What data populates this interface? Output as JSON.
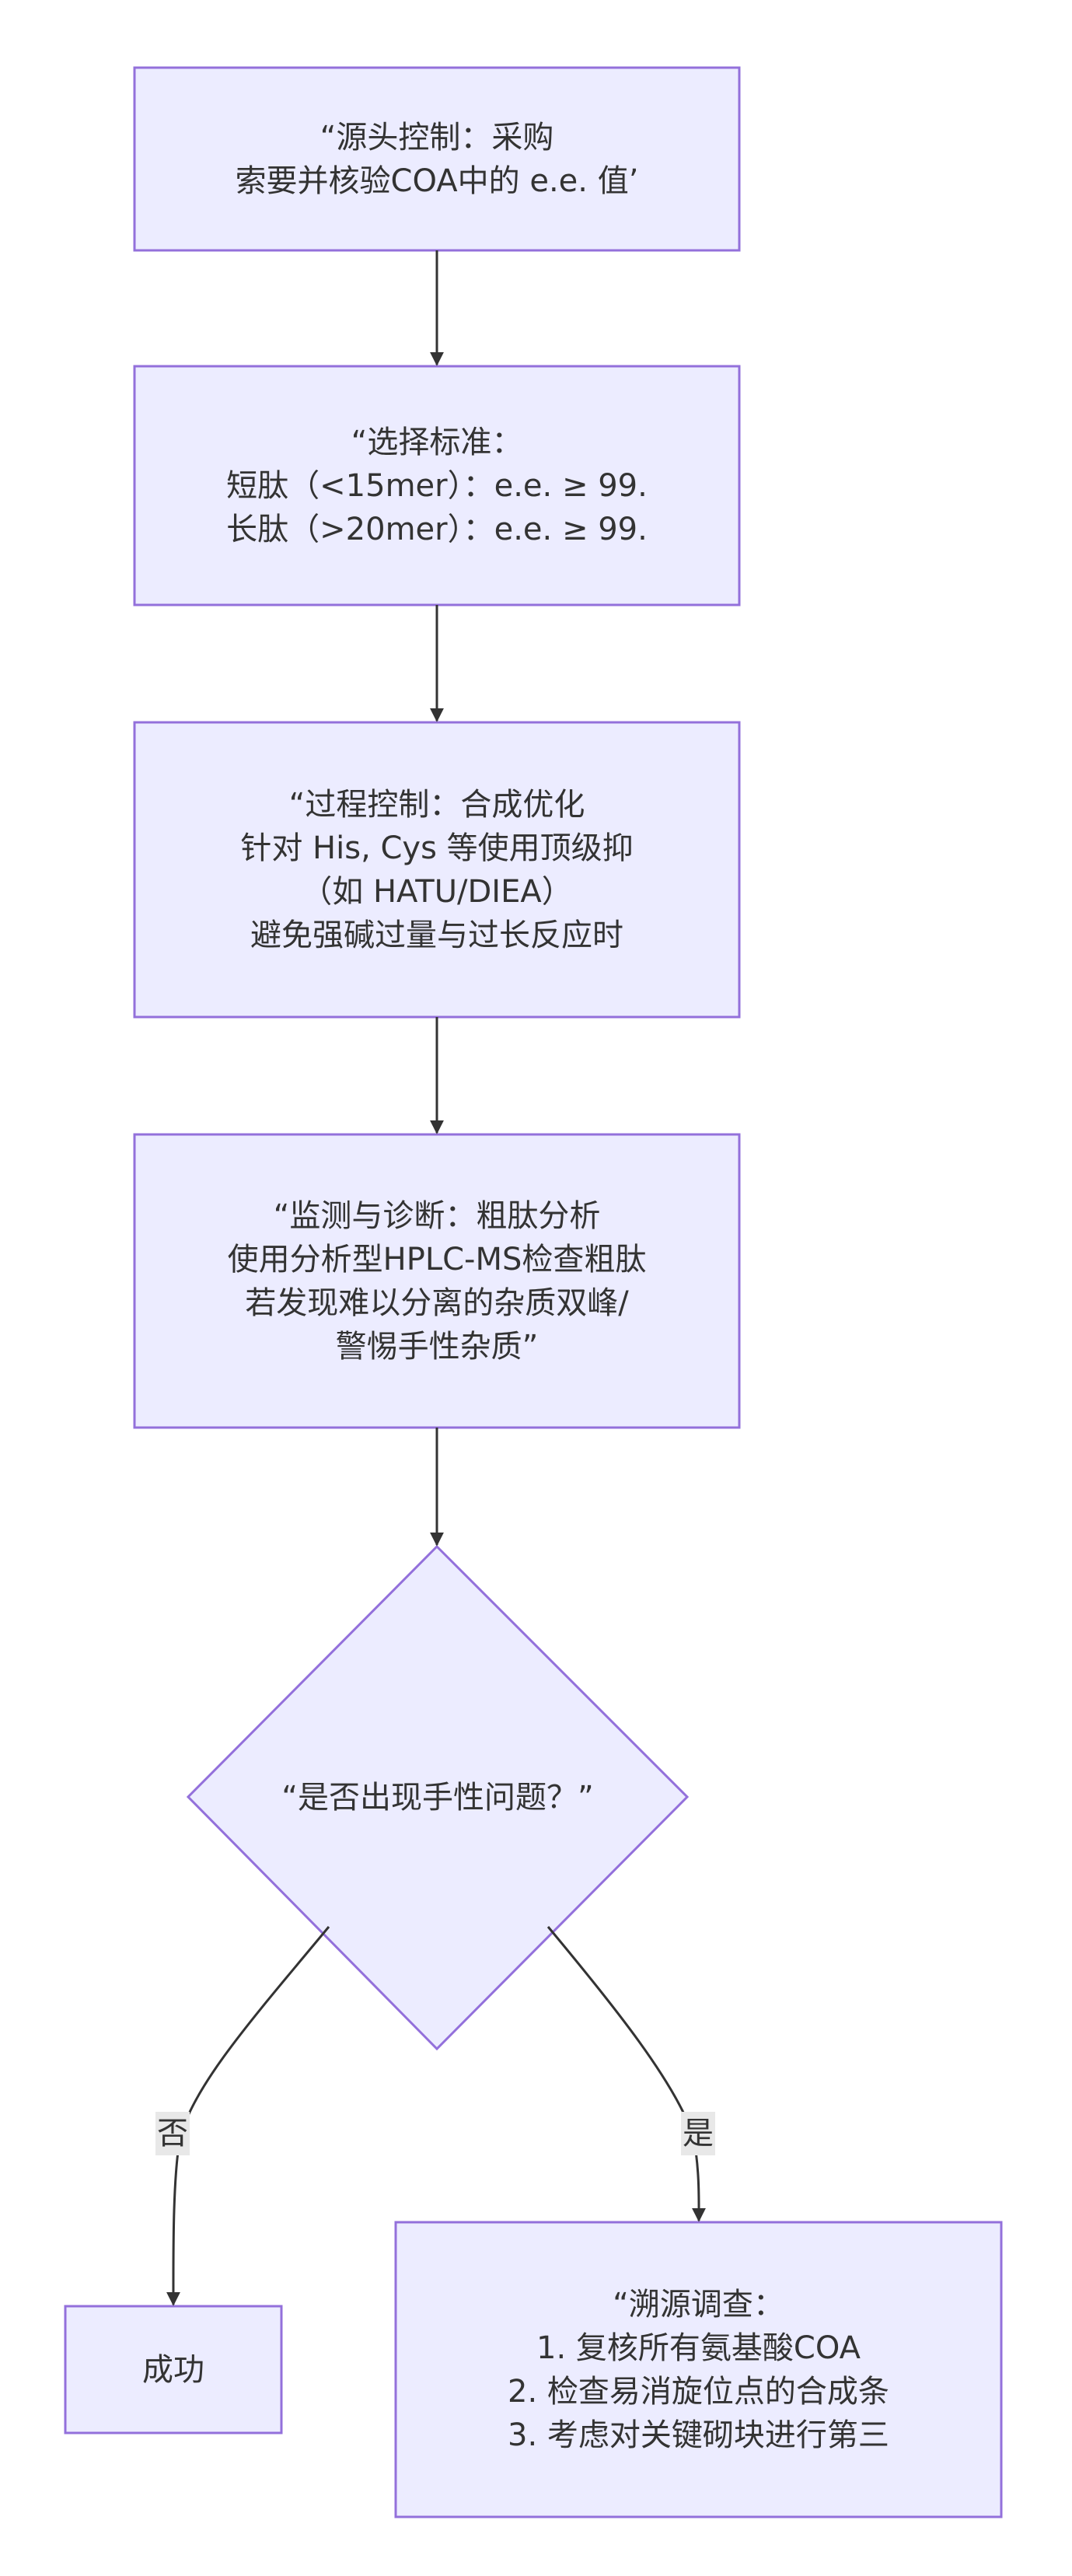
{
  "colors": {
    "node_fill": "#ECECFF",
    "node_stroke": "#9370DB",
    "edge": "#333333",
    "edge_label_bg": "#E8E8E8"
  },
  "nodes": {
    "source_control": {
      "lines": [
        "“源头控制：采购",
        "索要并核验COA中的 e.e. 值’"
      ]
    },
    "selection_criteria": {
      "lines": [
        "“选择标准：",
        "短肽（<15mer）：e.e. ≥ 99.",
        "长肽（>20mer）：e.e. ≥ 99."
      ]
    },
    "process_control": {
      "lines": [
        "“过程控制：合成优化",
        "针对 His, Cys 等使用顶级抑",
        "（如 HATU/DIEA）",
        "避免强碱过量与过长反应时"
      ]
    },
    "monitoring": {
      "lines": [
        "“监测与诊断：粗肽分析",
        "使用分析型HPLC-MS检查粗肽",
        "若发现难以分离的杂质双峰/",
        "警惕手性杂质”"
      ]
    },
    "decision": {
      "lines": [
        "“是否出现手性问题？”"
      ]
    },
    "success": {
      "lines": [
        "成功"
      ]
    },
    "trace": {
      "lines": [
        "“溯源调查：",
        "1. 复核所有氨基酸COA",
        "2. 检查易消旋位点的合成条",
        "3. 考虑对关键砌块进行第三"
      ]
    }
  },
  "edges": {
    "no_label": "否",
    "yes_label": "是"
  }
}
